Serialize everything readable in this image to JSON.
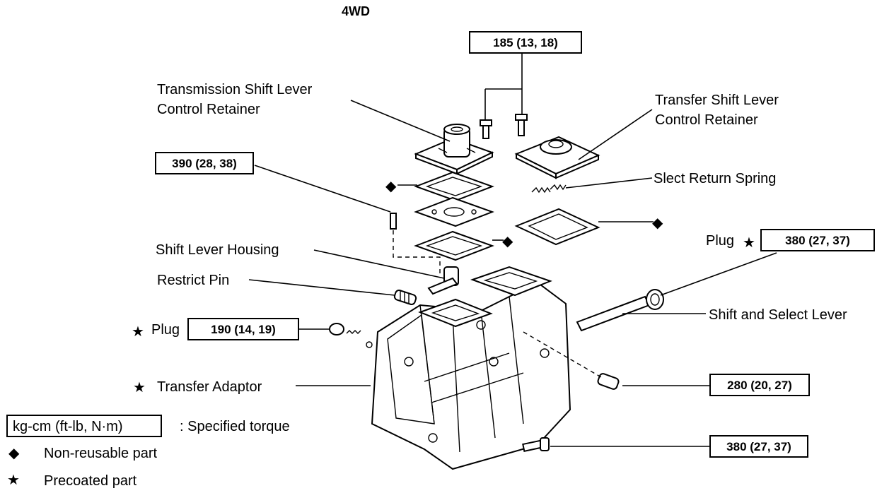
{
  "title": "4WD",
  "torque_boxes": {
    "top_bolts": "185 (13, 18)",
    "housing_bolt": "390 (28, 38)",
    "right_plug": "380 (27, 37)",
    "left_plug": "190 (14, 19)",
    "right_mid": "280 (20, 27)",
    "bottom_bolt": "380 (27, 37)"
  },
  "labels": {
    "trans_retainer_1": "Transmission Shift Lever",
    "trans_retainer_2": "Control Retainer",
    "transfer_retainer_1": "Transfer Shift Lever",
    "transfer_retainer_2": "Control Retainer",
    "spring": "Slect Return Spring",
    "housing": "Shift Lever Housing",
    "restrict_pin": "Restrict Pin",
    "plug_right": "Plug",
    "shift_select": "Shift and Select Lever",
    "plug_left": "Plug",
    "adaptor": "Transfer Adaptor"
  },
  "legend": {
    "unit_box": "kg-cm (ft-lb, N·m)",
    "torque_desc": ":  Specified torque",
    "nonreusable": "Non-reusable part",
    "precoated": "Precoated part"
  },
  "symbols": {
    "diamond": "◆",
    "star": "★"
  }
}
